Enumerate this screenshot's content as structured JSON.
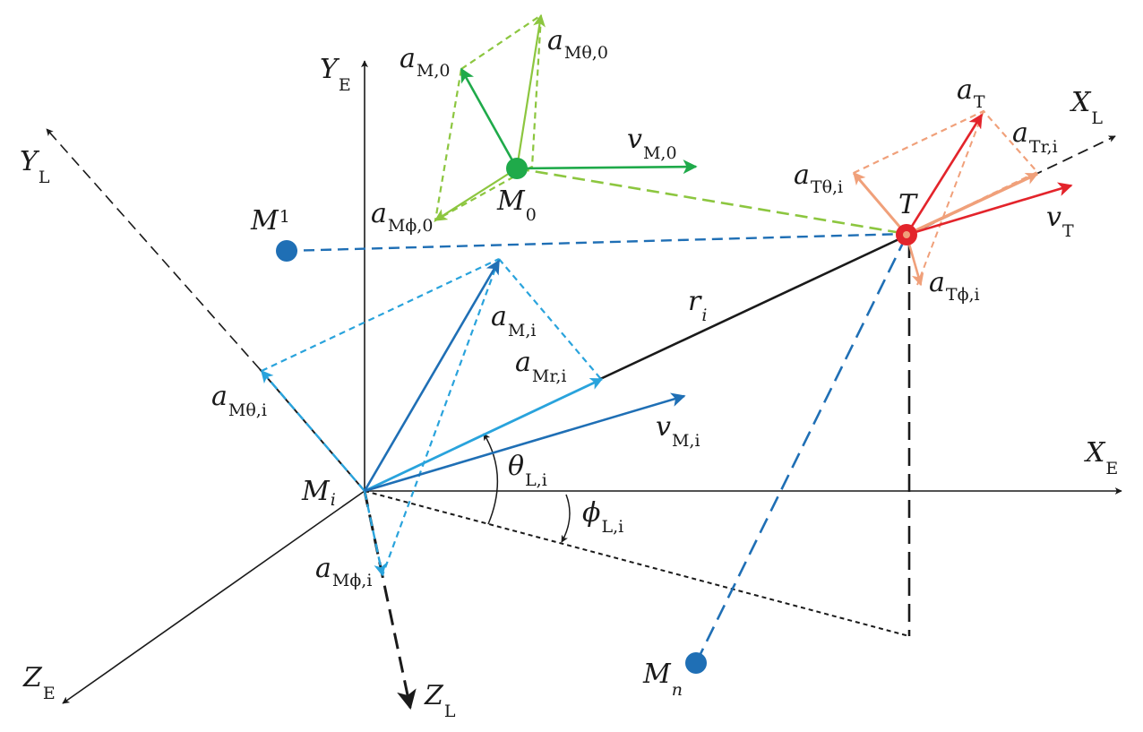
{
  "colors": {
    "black": "#1a1a1a",
    "green": "#1faa4a",
    "light_green": "#8cc63f",
    "blue": "#1f6fb5",
    "light_blue": "#29a3dc",
    "red": "#e3242b",
    "salmon": "#f0a07a"
  },
  "labels": {
    "Y_E": {
      "main": "Y",
      "sub": "E"
    },
    "X_E": {
      "main": "X",
      "sub": "E"
    },
    "Z_E": {
      "main": "Z",
      "sub": "E"
    },
    "Y_L": {
      "main": "Y",
      "sub": "L"
    },
    "X_L": {
      "main": "X",
      "sub": "L"
    },
    "Z_L": {
      "main": "Z",
      "sub": "L"
    },
    "M0": {
      "main": "M",
      "sub": "0"
    },
    "M1": {
      "main": "M",
      "sub": "1"
    },
    "Mi": {
      "main": "M",
      "sub": "i"
    },
    "Mn": {
      "main": "M",
      "sub": "n"
    },
    "T": {
      "main": "T"
    },
    "a_M0": {
      "main": "a",
      "sub": "M,0"
    },
    "a_Mtheta0": {
      "main": "a",
      "sub": "Mθ,0"
    },
    "a_Mphi0": {
      "main": "a",
      "sub": "Mϕ,0"
    },
    "v_M0": {
      "main": "v",
      "sub": "M,0"
    },
    "a_T": {
      "main": "a",
      "sub": "T"
    },
    "a_Tr": {
      "main": "a",
      "sub": "Tr,i"
    },
    "a_Ttheta": {
      "main": "a",
      "sub": "Tθ,i"
    },
    "a_Tphi": {
      "main": "a",
      "sub": "Tϕ,i"
    },
    "v_T": {
      "main": "v",
      "sub": "T"
    },
    "r_i": {
      "main": "r",
      "sub": "i"
    },
    "a_Mi": {
      "main": "a",
      "sub": "M,i"
    },
    "a_Mr": {
      "main": "a",
      "sub": "Mr,i"
    },
    "a_Mtheta": {
      "main": "a",
      "sub": "Mθ,i"
    },
    "a_Mphi": {
      "main": "a",
      "sub": "Mϕ,i"
    },
    "v_Mi": {
      "main": "v",
      "sub": "M,i"
    },
    "theta_L": {
      "main": "θ",
      "sub": "L,i"
    },
    "phi_L": {
      "main": "ϕ",
      "sub": "L,i"
    }
  }
}
